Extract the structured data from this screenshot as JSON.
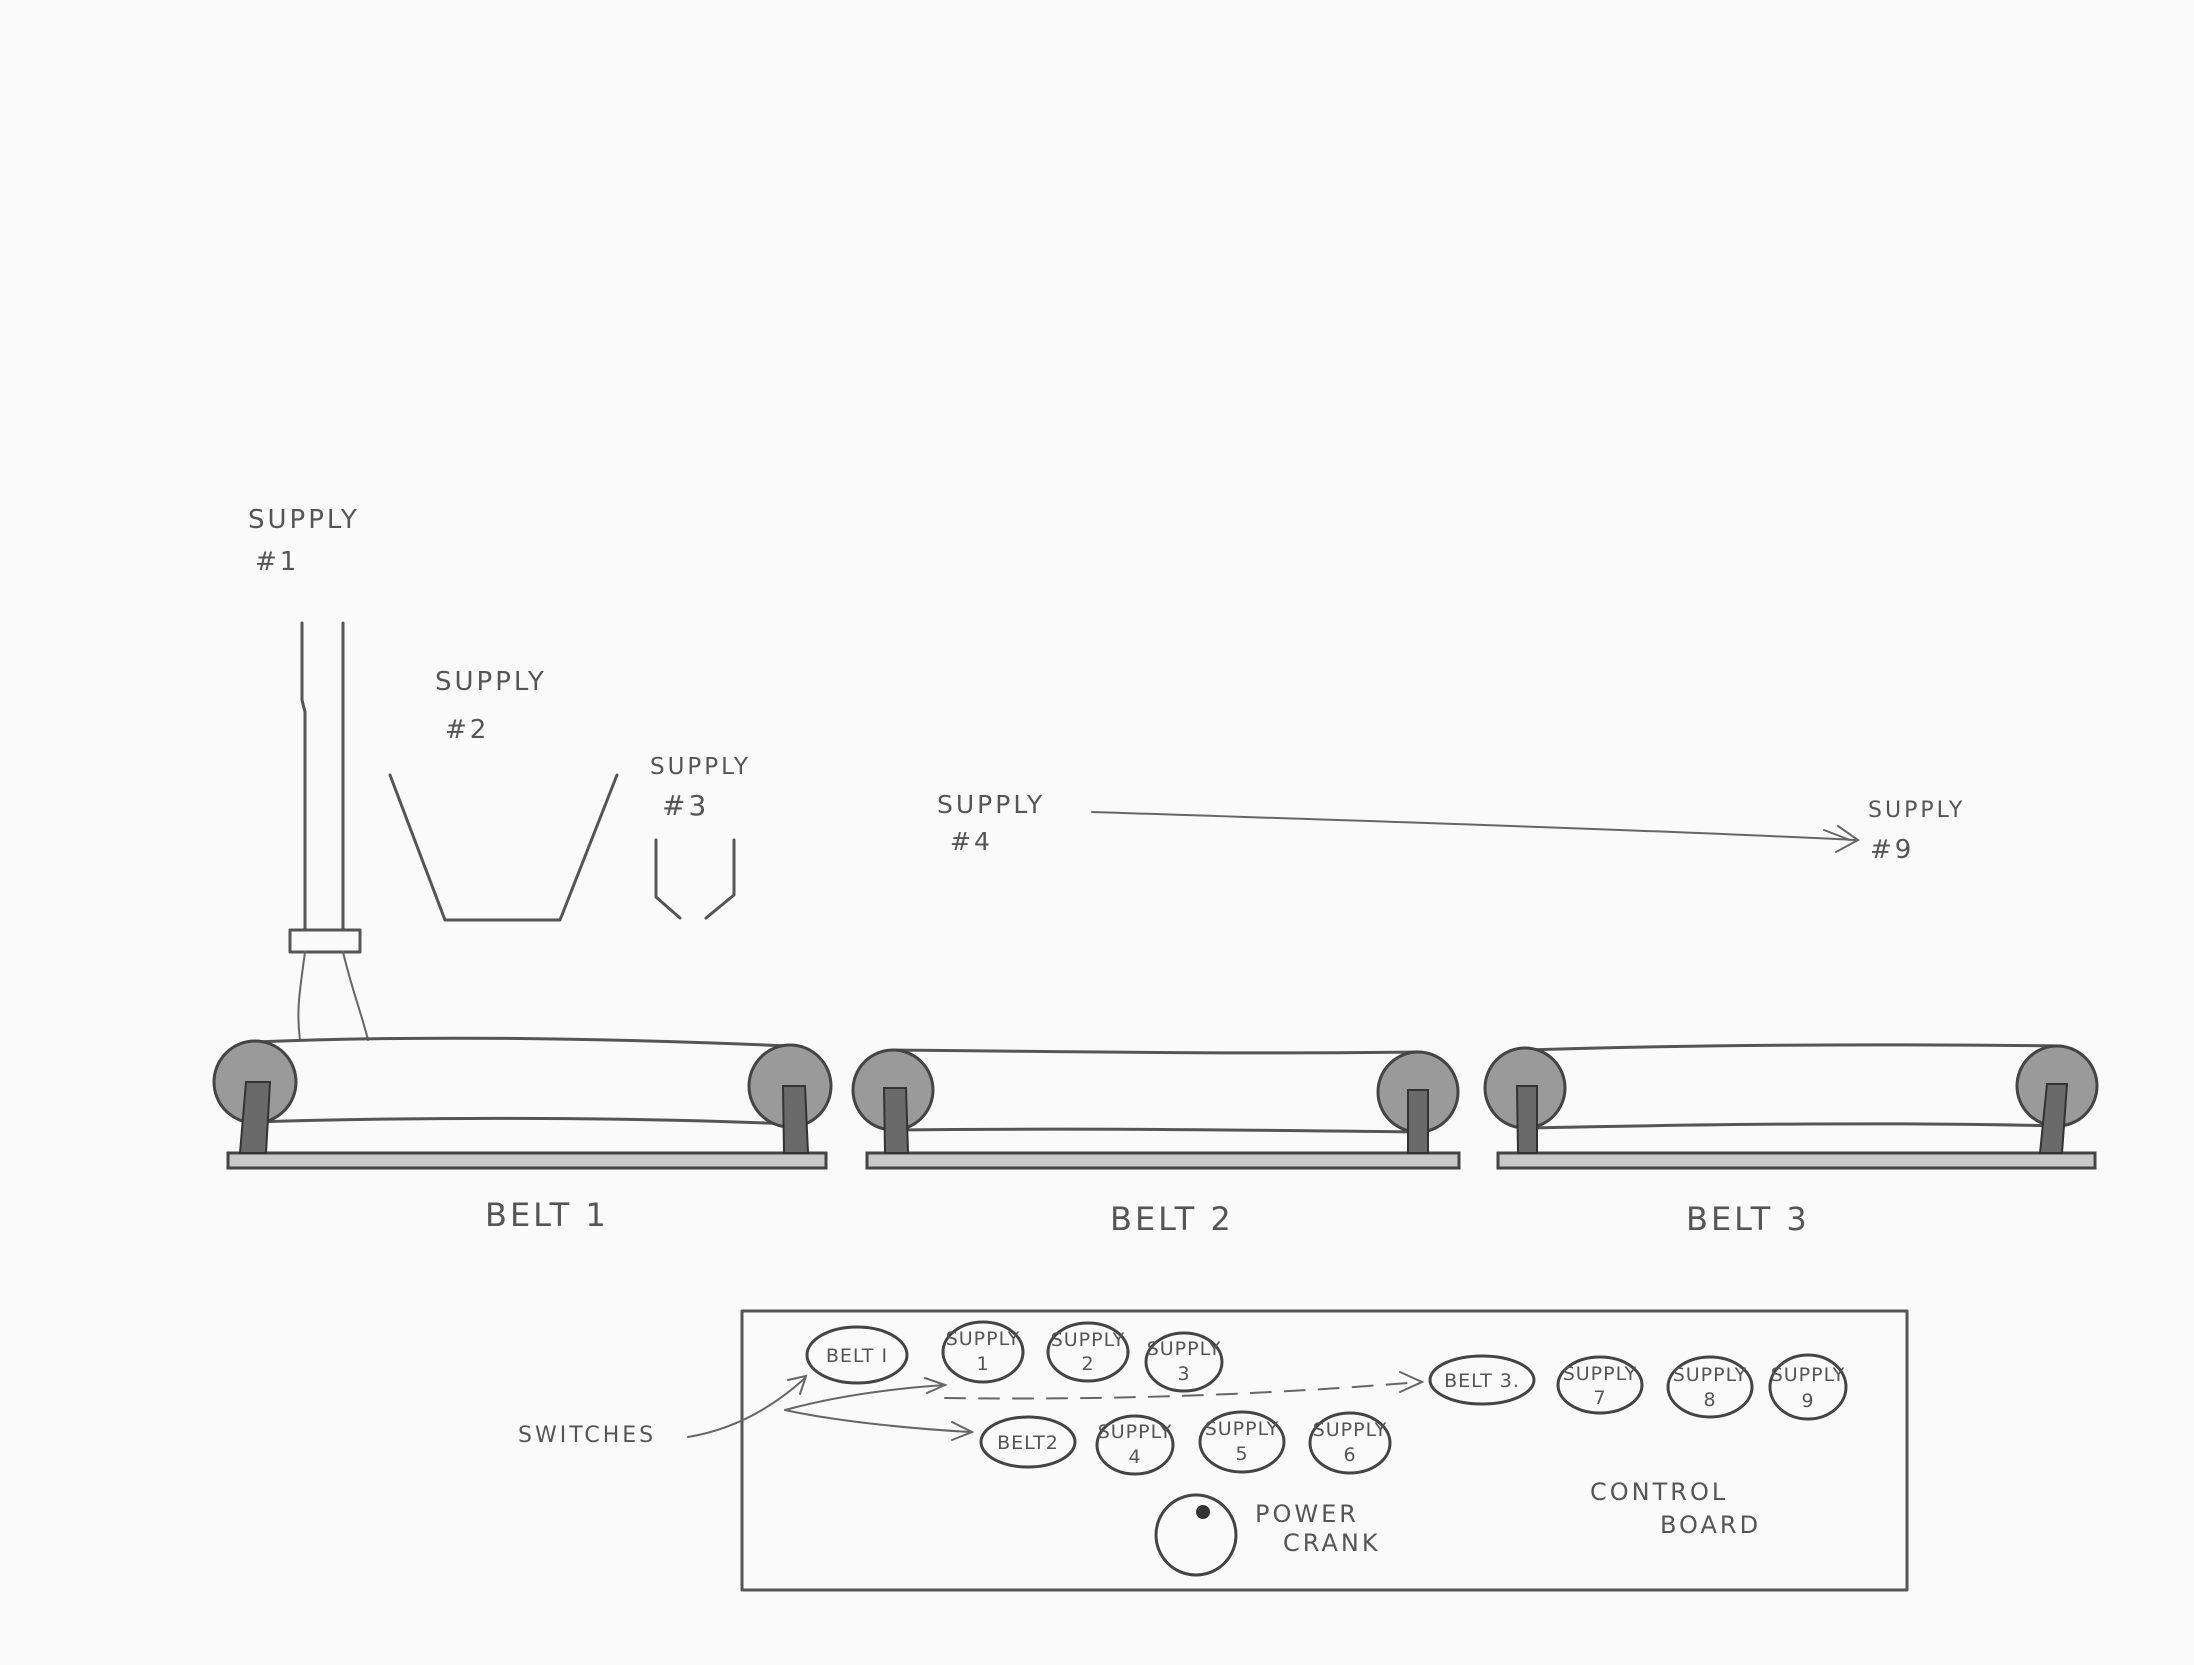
{
  "supplies": {
    "s1": {
      "line1": "SUPPLY",
      "line2": "#1"
    },
    "s2": {
      "line1": "SUPPLY",
      "line2": "#2"
    },
    "s3": {
      "line1": "SUPPLY",
      "line2": "#3"
    },
    "s4": {
      "line1": "SUPPLY",
      "line2": "#4"
    },
    "s9": {
      "line1": "SUPPLY",
      "line2": "#9"
    }
  },
  "belts": {
    "b1": "BELT 1",
    "b2": "BELT 2",
    "b3": "BELT 3"
  },
  "control_board": {
    "title_line1": "CONTROL",
    "title_line2": "BOARD",
    "switches_label": "SWITCHES",
    "power_line1": "POWER",
    "power_line2": "CRANK",
    "switches": {
      "belt1": {
        "line1": "BELT I",
        "line2": ""
      },
      "sup1": {
        "line1": "SUPPLY",
        "line2": "1"
      },
      "sup2": {
        "line1": "SUPPLY",
        "line2": "2"
      },
      "sup3": {
        "line1": "SUPPLY",
        "line2": "3"
      },
      "belt2": {
        "line1": "BELT2",
        "line2": ""
      },
      "sup4": {
        "line1": "SUPPLY",
        "line2": "4"
      },
      "sup5": {
        "line1": "SUPPLY",
        "line2": "5"
      },
      "sup6": {
        "line1": "SUPPLY",
        "line2": "6"
      },
      "belt3": {
        "line1": "BELT 3.",
        "line2": ""
      },
      "sup7": {
        "line1": "SUPPLY",
        "line2": "7"
      },
      "sup8": {
        "line1": "SUPPLY",
        "line2": "8"
      },
      "sup9": {
        "line1": "SUPPLY",
        "line2": "9"
      }
    }
  },
  "colors": {
    "paper": "#fafafa",
    "pencil": "#555555",
    "roller": "#9a9a9a"
  }
}
